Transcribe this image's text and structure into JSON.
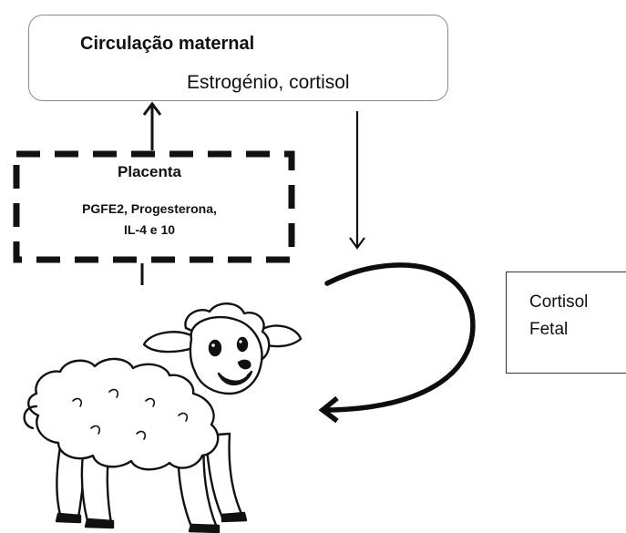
{
  "maternal": {
    "title": "Circulação maternal",
    "hormones": "Estrogénio, cortisol"
  },
  "placenta": {
    "title": "Placenta",
    "line1": "PGFE2, Progesterona,",
    "line2": "IL-4 e 10"
  },
  "fetal": {
    "line1": "Cortisol",
    "line2": "Fetal"
  },
  "icons": [
    "lamb-illustration",
    "arrow-up",
    "arrow-down",
    "curved-arrow"
  ]
}
